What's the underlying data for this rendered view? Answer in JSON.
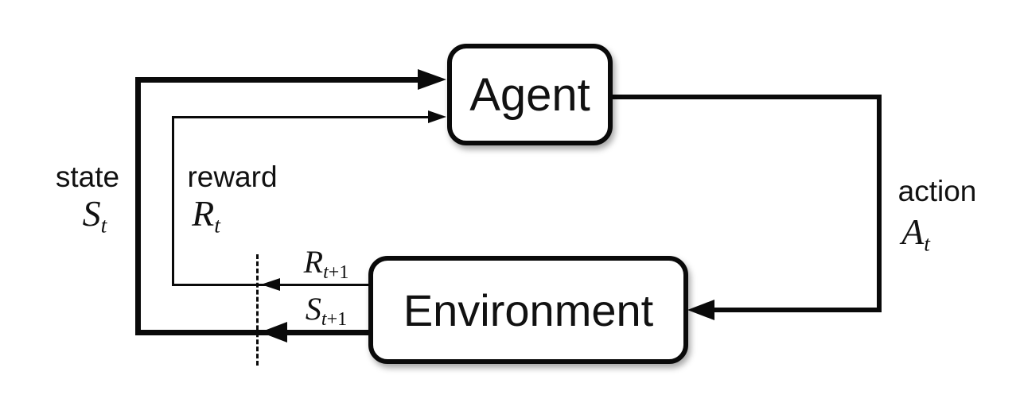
{
  "colors": {
    "ink": "#0a0a0a",
    "box_fill": "#ffffff",
    "background": "#ffffff"
  },
  "boxes": {
    "agent": {
      "label": "Agent"
    },
    "environment": {
      "label": "Environment"
    }
  },
  "labels": {
    "state": {
      "word": "state",
      "sym": "S",
      "sub": "t",
      "sub_rm": ""
    },
    "reward": {
      "word": "reward",
      "sym": "R",
      "sub": "t",
      "sub_rm": ""
    },
    "action": {
      "word": "action",
      "sym": "A",
      "sub": "t",
      "sub_rm": ""
    },
    "next_reward": {
      "sym": "R",
      "sub": "t",
      "sub_rm": "+1"
    },
    "next_state": {
      "sym": "S",
      "sub": "t",
      "sub_rm": "+1"
    }
  }
}
